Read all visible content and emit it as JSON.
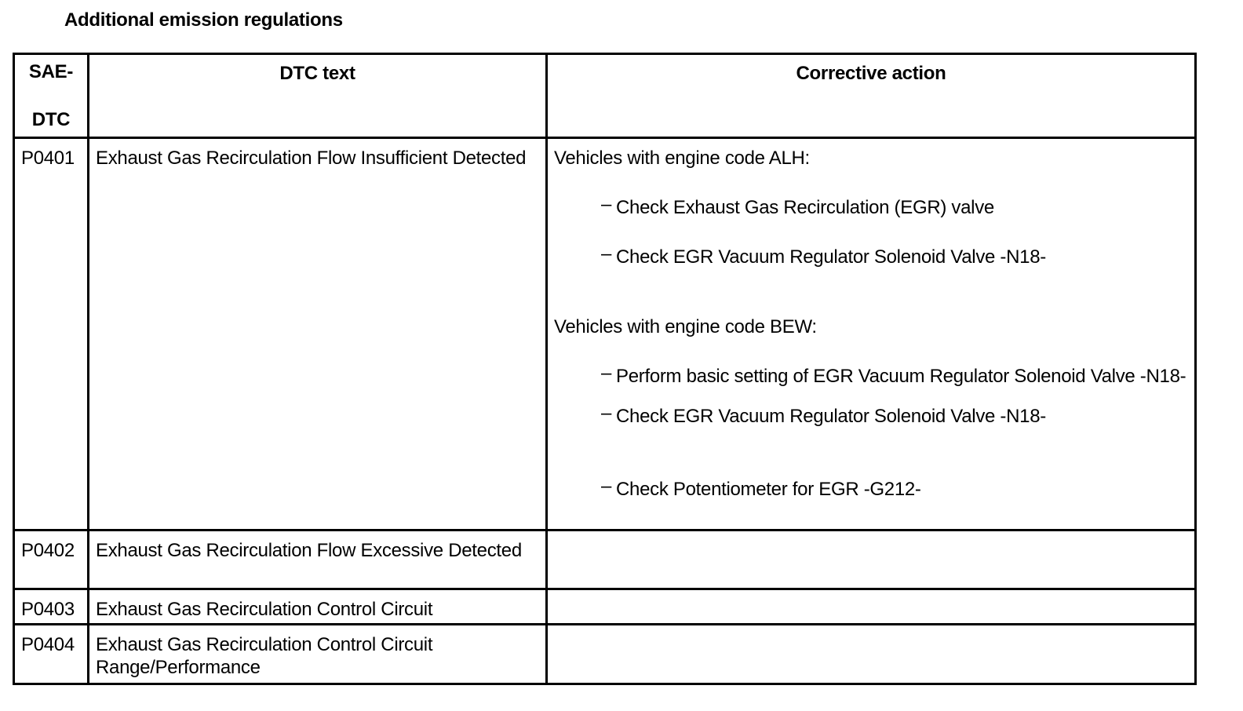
{
  "document": {
    "title": "Additional emission regulations"
  },
  "table": {
    "headers": {
      "sae_line1": "SAE-",
      "sae_line2": "DTC",
      "dtc_text": "DTC text",
      "corrective_action": "Corrective action"
    },
    "rows": [
      {
        "code": "P0401",
        "text": "Exhaust Gas Recirculation Flow Insufficient Detected",
        "actions": [
          {
            "heading": "Vehicles with engine code ALH:",
            "steps": [
              "Check Exhaust Gas Recirculation (EGR) valve",
              "Check EGR Vacuum Regulator Solenoid Valve -N18-"
            ]
          },
          {
            "heading": "Vehicles with engine code BEW:",
            "steps": [
              "Perform basic setting of EGR Vacuum Regulator Solenoid Valve -N18-",
              "Check EGR Vacuum Regulator Solenoid Valve -N18-",
              "Check Potentiometer for EGR -G212-"
            ]
          }
        ]
      },
      {
        "code": "P0402",
        "text": "Exhaust Gas Recirculation Flow Excessive Detected"
      },
      {
        "code": "P0403",
        "text": "Exhaust Gas Recirculation Control Circuit"
      },
      {
        "code": "P0404",
        "text": "Exhaust Gas Recirculation Control Circuit Range/Performance"
      }
    ],
    "step_marker": "–"
  }
}
